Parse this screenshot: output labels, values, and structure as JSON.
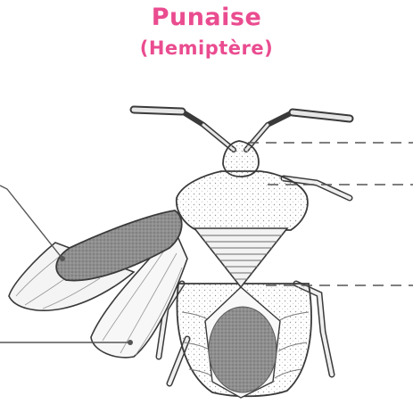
{
  "title": "Punaise",
  "subtitle": "(Hemiptère)",
  "colors": {
    "title": "#ea4c90",
    "outline": "#3a3a3a",
    "leader_line": "#555555",
    "forewing": "#8c8c8c",
    "dorsal_spot": "#9a9a9a",
    "body_fill": "#f4f4f4"
  },
  "diagram": {
    "subject": "bug",
    "label_lines": [
      {
        "id": "head",
        "style": "dashed",
        "side": "right"
      },
      {
        "id": "pronotum",
        "style": "dashed",
        "side": "right"
      },
      {
        "id": "scutellum",
        "style": "dashed",
        "side": "right"
      },
      {
        "id": "forewing",
        "style": "solid",
        "side": "left"
      },
      {
        "id": "hindwing",
        "style": "solid",
        "side": "left"
      }
    ]
  }
}
